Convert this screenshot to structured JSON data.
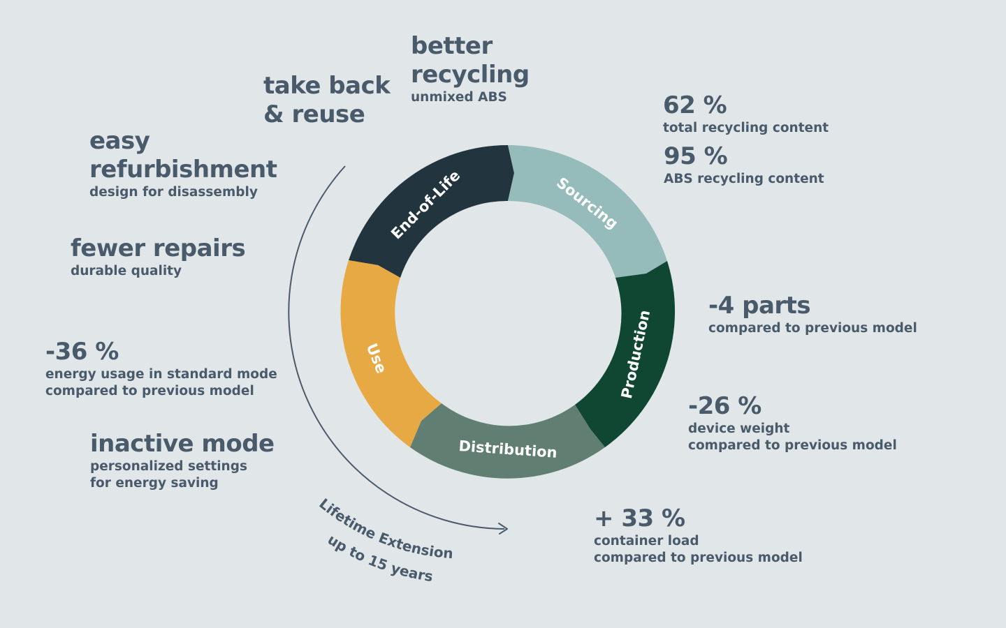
{
  "colors": {
    "background": "#e1e6e9",
    "text": "#495a6b",
    "end_of_life": "#22343d",
    "sourcing": "#96bbbb",
    "production": "#0f4733",
    "distribution": "#607e72",
    "use": "#e7a944"
  },
  "wheel": {
    "segments": [
      {
        "key": "end_of_life",
        "label": "End-of-Life"
      },
      {
        "key": "sourcing",
        "label": "Sourcing"
      },
      {
        "key": "production",
        "label": "Production"
      },
      {
        "key": "distribution",
        "label": "Distribution"
      },
      {
        "key": "use",
        "label": "Use"
      }
    ],
    "lifetime": {
      "title": "Lifetime Extension",
      "subtitle": "up to 15 years"
    }
  },
  "annotations": {
    "better_recycling": {
      "lines": [
        "better",
        "recycling"
      ],
      "detail": [
        "unmixed ABS"
      ]
    },
    "take_back": {
      "lines": [
        "take back",
        "& reuse"
      ],
      "detail": []
    },
    "easy_refurb": {
      "lines": [
        "easy",
        "refurbishment"
      ],
      "detail": [
        "design for disassembly"
      ]
    },
    "fewer_repairs": {
      "lines": [
        "fewer repairs"
      ],
      "detail": [
        "durable quality"
      ]
    },
    "energy": {
      "lines": [
        "-36 %"
      ],
      "detail": [
        "energy usage in standard mode",
        "compared to previous model"
      ]
    },
    "inactive": {
      "lines": [
        "inactive mode"
      ],
      "detail": [
        "personalized settings",
        "for energy saving"
      ]
    },
    "recycling_content": {
      "lines": [
        "62 %"
      ],
      "detail": [
        "total recycling content"
      ]
    },
    "abs_content": {
      "lines": [
        "95 %"
      ],
      "detail": [
        "ABS recycling content"
      ]
    },
    "parts": {
      "lines": [
        "-4 parts"
      ],
      "detail": [
        "compared to previous model"
      ]
    },
    "weight": {
      "lines": [
        "-26 %"
      ],
      "detail": [
        "device weight",
        "compared to previous model"
      ]
    },
    "container": {
      "lines": [
        "+ 33 %"
      ],
      "detail": [
        "container load",
        "compared to previous model"
      ]
    }
  }
}
